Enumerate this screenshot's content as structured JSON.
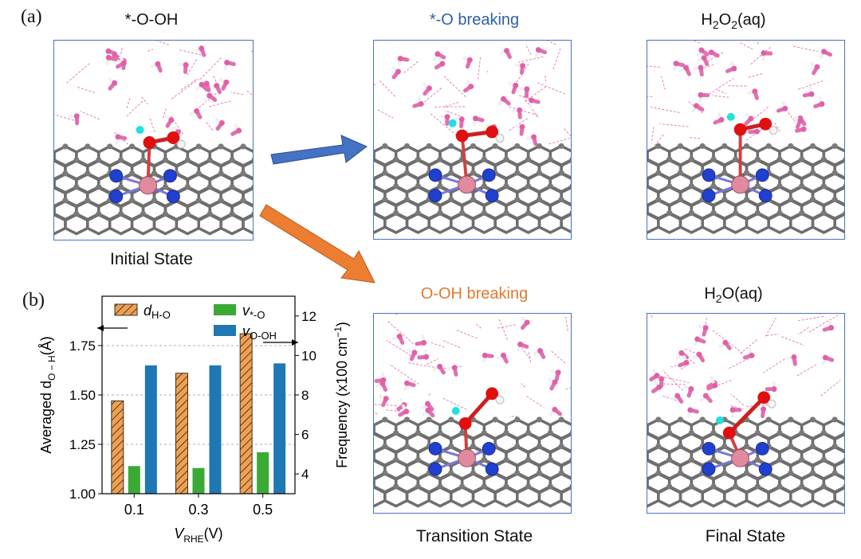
{
  "panels": {
    "a_letter": "(a)",
    "b_letter": "(b)"
  },
  "snapshots": [
    {
      "id": "initial",
      "title": "*-O-OH",
      "title_color": "#111111",
      "caption": "Initial State",
      "variant": "initial"
    },
    {
      "id": "o-breaking",
      "title": "*-O breaking",
      "title_color": "#2e5fa6",
      "caption": "",
      "variant": "ts1"
    },
    {
      "id": "h2o2",
      "title_main": "H",
      "title_sub1": "2",
      "title_mid": "O",
      "title_sub2": "2",
      "title_end": "(aq)",
      "title_color": "#111111",
      "caption": "",
      "variant": "final1"
    },
    {
      "id": "ooh-breaking",
      "title": "O-OH breaking",
      "title_color": "#e07a2e",
      "caption": "Transition State",
      "variant": "ts2"
    },
    {
      "id": "h2o",
      "title_main": "H",
      "title_sub1": "2",
      "title_end": "O(aq)",
      "title_color": "#111111",
      "caption": "Final State",
      "variant": "final2"
    }
  ],
  "arrows": {
    "blue": {
      "color": "#4472c4"
    },
    "orange": {
      "color": "#ed7d31"
    }
  },
  "chart_data": {
    "type": "bar",
    "categories": [
      "0.1",
      "0.3",
      "0.5"
    ],
    "xlabel": "V_RHE(V)",
    "ylabel_left": "Averaged d_O−H(Å)",
    "ylabel_right": "Frequency (x100 cm⁻¹)",
    "ylim_left": [
      1.0,
      2.0
    ],
    "yticks_left": [
      "1.00",
      "1.25",
      "1.50",
      "1.75"
    ],
    "ylim_right": [
      3,
      13
    ],
    "yticks_right": [
      "4",
      "6",
      "8",
      "10",
      "12"
    ],
    "grid": "horizontal dashed",
    "series": [
      {
        "name": "d_H-O",
        "axis": "left",
        "color": "#f0a050",
        "hatch": true,
        "values": [
          1.47,
          1.61,
          1.81
        ]
      },
      {
        "name": "v_*-O",
        "axis": "right",
        "color": "#3aaa35",
        "values": [
          4.4,
          4.3,
          5.1
        ]
      },
      {
        "name": "v_O-OH",
        "axis": "right",
        "color": "#1f77b4",
        "values": [
          9.5,
          9.5,
          9.6
        ]
      }
    ],
    "legend_labels": {
      "d_main": "d",
      "d_sub": "H-O",
      "v1_main": "v",
      "v1_sub": "*-O",
      "v2_main": "v",
      "v2_sub": "O-OH"
    },
    "axis_text": {
      "ylabel_left_main": "Averaged d",
      "ylabel_left_sub": "O − H",
      "ylabel_left_end": "(Å)",
      "ylabel_right": "Frequency (x100 cm",
      "ylabel_right_sup": "−1",
      "ylabel_right_end": ")",
      "xlabel_main": "V",
      "xlabel_sub": "RHE",
      "xlabel_end": "(V)"
    }
  }
}
